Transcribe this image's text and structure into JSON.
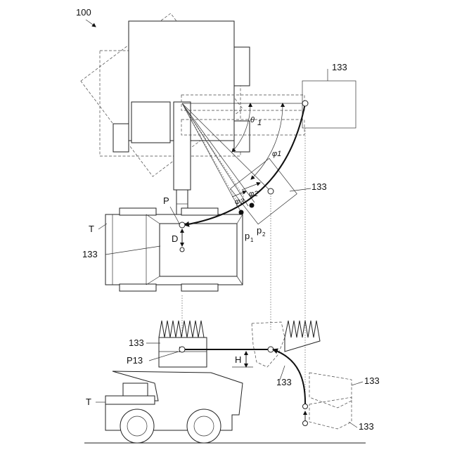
{
  "figure": {
    "ref": "100",
    "bucket": "133",
    "truck": "T",
    "point_p": "P",
    "point_d": "D",
    "point_h": "H",
    "point_p13": "P13",
    "p1": "p",
    "p1_sub": "1",
    "p2": "p",
    "p2_sub": "2",
    "theta": "θ",
    "theta_sub": "1",
    "phi1": "φ1",
    "phi2": "φ2",
    "phi3": "φ3"
  }
}
